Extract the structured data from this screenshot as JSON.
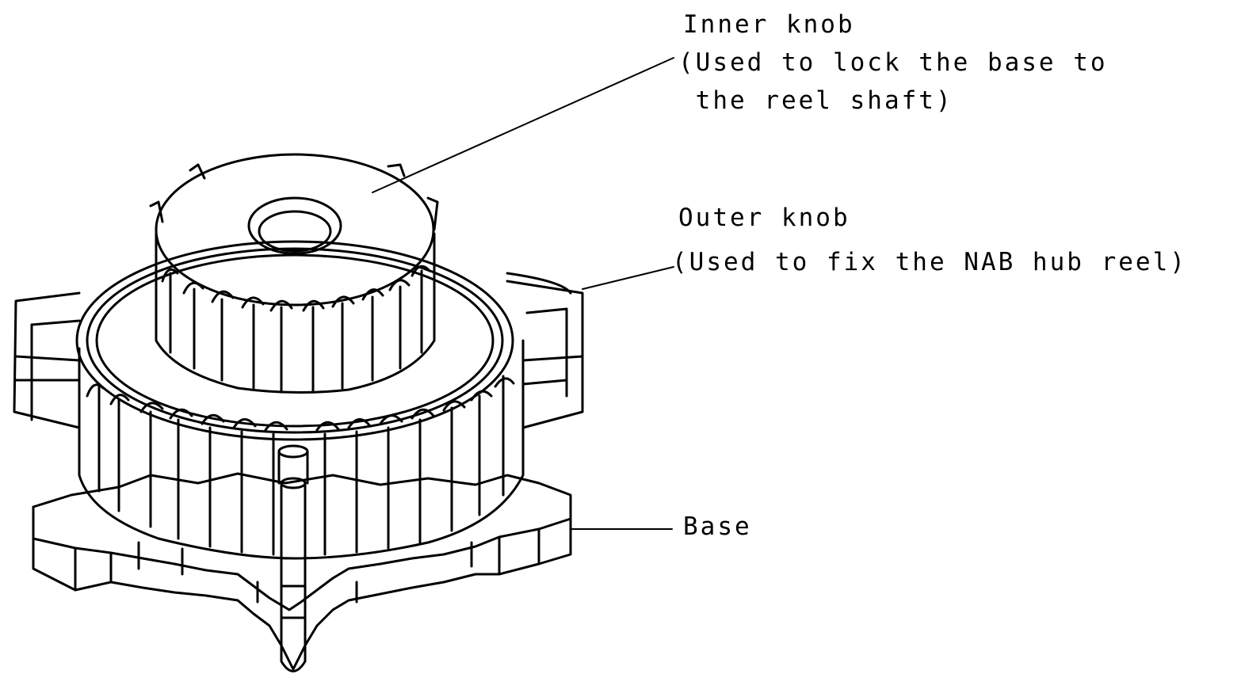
{
  "labels": {
    "inner_knob": {
      "title": "Inner knob",
      "note_line1": "(Used to lock the base to",
      "note_line2": " the reel shaft)"
    },
    "outer_knob": {
      "title": "Outer knob",
      "note": "(Used to fix the NAB hub reel)"
    },
    "base": {
      "title": "Base"
    }
  },
  "colors": {
    "ink": "#000000",
    "paper": "#ffffff"
  }
}
